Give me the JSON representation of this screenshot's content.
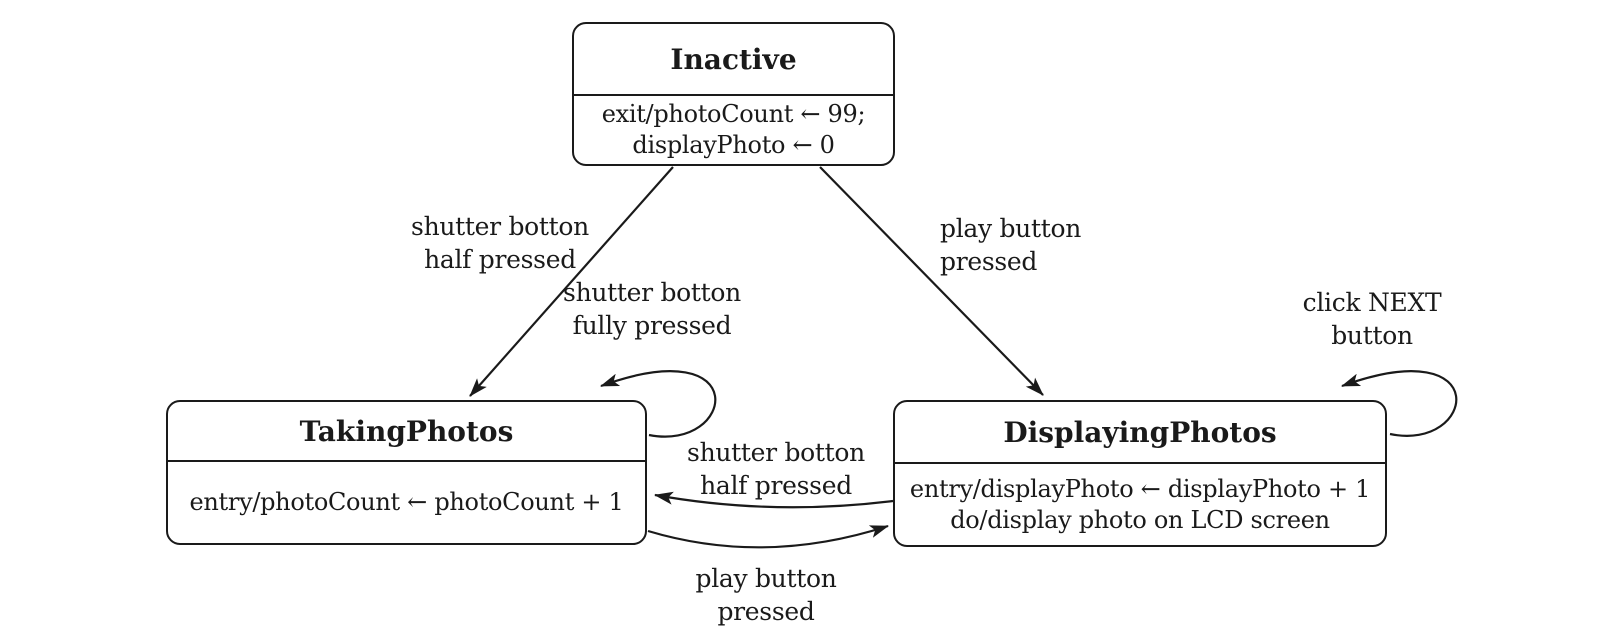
{
  "diagram": {
    "kind": "uml-state-machine"
  },
  "colors": {
    "background": "#ffffff",
    "line": "#1a1a1a",
    "text": "#1a1a1a"
  },
  "states": [
    {
      "id": "inactive",
      "name": "Inactive",
      "actions": [
        "exit/photoCount ← 99;",
        "displayPhoto ← 0"
      ]
    },
    {
      "id": "takingphotos",
      "name": "TakingPhotos",
      "actions": [
        "entry/photoCount ← photoCount + 1"
      ]
    },
    {
      "id": "displayingphotos",
      "name": "DisplayingPhotos",
      "actions": [
        "entry/displayPhoto ← displayPhoto + 1",
        "do/display photo on LCD screen"
      ]
    }
  ],
  "transitions": [
    {
      "from": "Inactive",
      "to": "TakingPhotos",
      "trigger": "shutter botton half pressed",
      "label_lines": [
        "shutter botton",
        "half pressed"
      ]
    },
    {
      "from": "Inactive",
      "to": "DisplayingPhotos",
      "trigger": "play button pressed",
      "label_lines": [
        "play button",
        "pressed"
      ]
    },
    {
      "from": "TakingPhotos",
      "to": "TakingPhotos",
      "trigger": "shutter botton fully pressed",
      "label_lines": [
        "shutter botton",
        "fully pressed"
      ]
    },
    {
      "from": "DisplayingPhotos",
      "to": "DisplayingPhotos",
      "trigger": "click NEXT button",
      "label_lines": [
        "click NEXT",
        "button"
      ]
    },
    {
      "from": "DisplayingPhotos",
      "to": "TakingPhotos",
      "trigger": "shutter botton half pressed",
      "label_lines": [
        "shutter botton",
        "half pressed"
      ]
    },
    {
      "from": "TakingPhotos",
      "to": "DisplayingPhotos",
      "trigger": "play button pressed",
      "label_lines": [
        "play button",
        "pressed"
      ]
    }
  ]
}
